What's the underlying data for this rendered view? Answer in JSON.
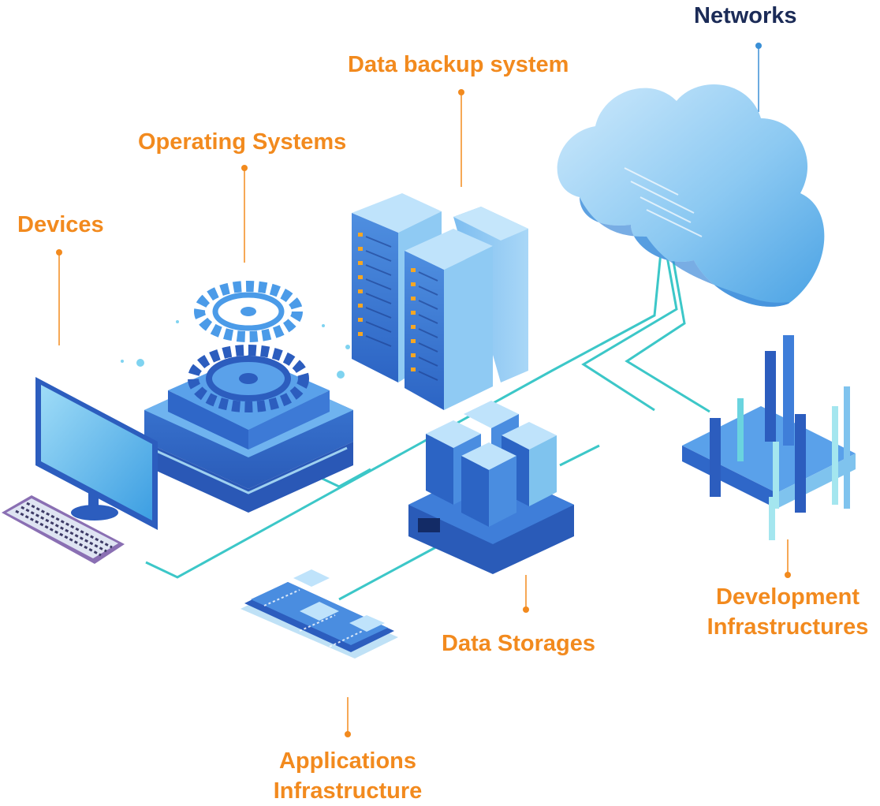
{
  "labels": {
    "networks": "Networks",
    "data_backup_system": "Data backup system",
    "operating_systems": "Operating Systems",
    "devices": "Devices",
    "data_storages": "Data Storages",
    "development_line1": "Development",
    "development_line2": "Infrastructures",
    "applications_line1": "Applications",
    "applications_line2": "Infrastructure"
  },
  "colors": {
    "label_orange": "#f28a1e",
    "label_navy": "#1b2b57",
    "connector_teal": "#3cc7c8",
    "illustration_blue": "#2f6fd1",
    "illustration_light_blue": "#7fc3ee",
    "network_dot": "#3a8fd6"
  },
  "icons": [
    "monitor-icon",
    "keyboard-icon",
    "gear-icon",
    "server-rack-icon",
    "cloud-icon",
    "storage-block-icon",
    "app-cards-icon",
    "circuit-board-icon"
  ]
}
